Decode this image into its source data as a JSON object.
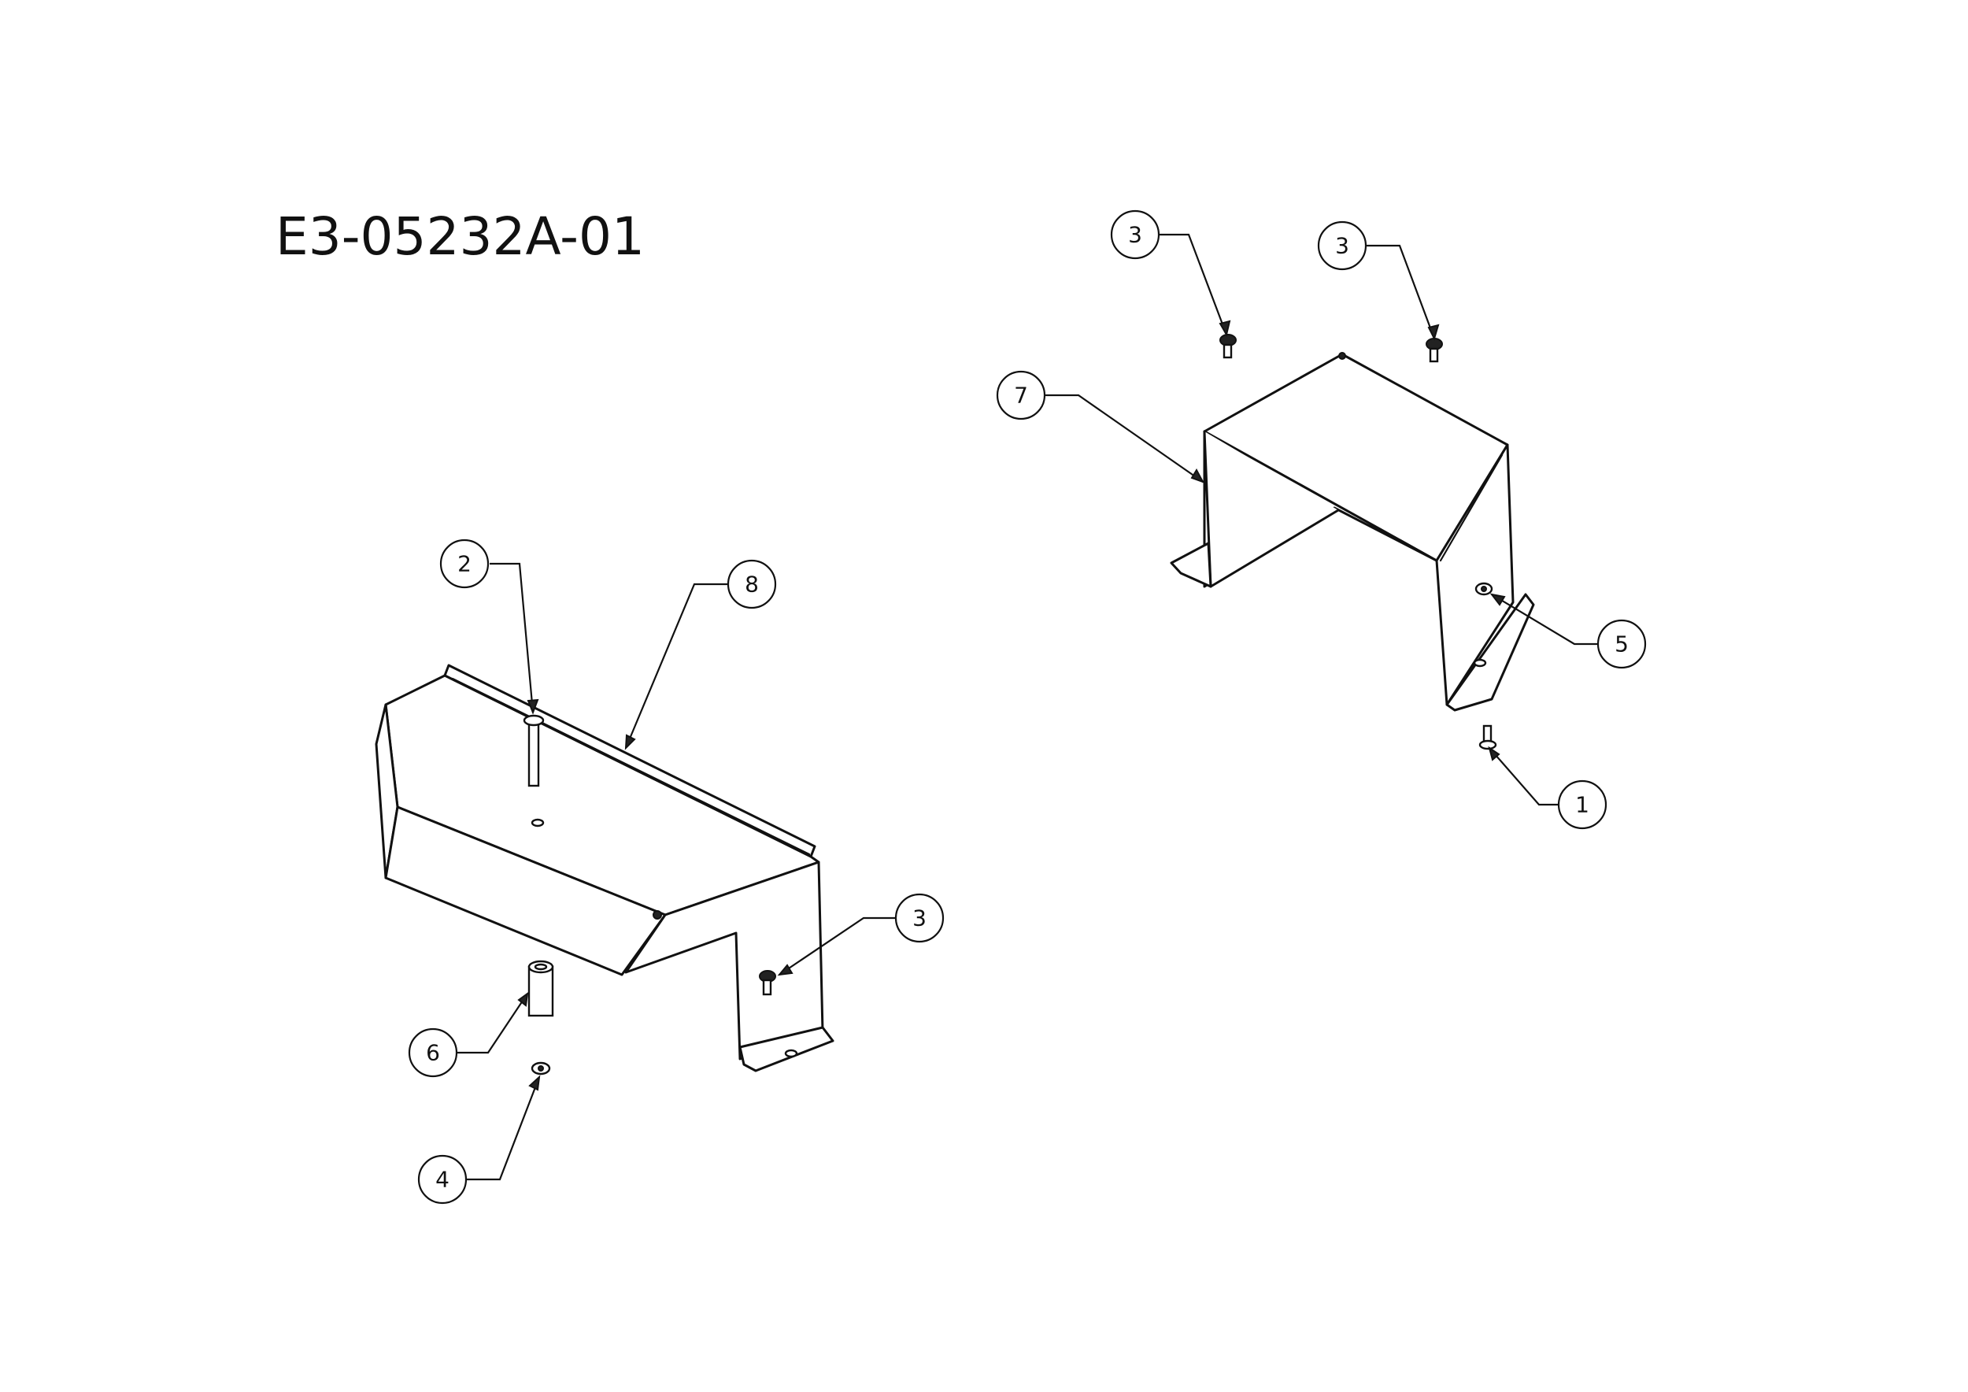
{
  "title": "E3-05232A-01",
  "callouts": [
    {
      "id": "callout-1",
      "label": "1"
    },
    {
      "id": "callout-2",
      "label": "2"
    },
    {
      "id": "callout-3-left",
      "label": "3"
    },
    {
      "id": "callout-3-top-a",
      "label": "3"
    },
    {
      "id": "callout-3-top-b",
      "label": "3"
    },
    {
      "id": "callout-4",
      "label": "4"
    },
    {
      "id": "callout-5",
      "label": "5"
    },
    {
      "id": "callout-6",
      "label": "6"
    },
    {
      "id": "callout-7",
      "label": "7"
    },
    {
      "id": "callout-8",
      "label": "8"
    }
  ],
  "colors": {
    "line": "#111111",
    "background": "#ffffff"
  }
}
